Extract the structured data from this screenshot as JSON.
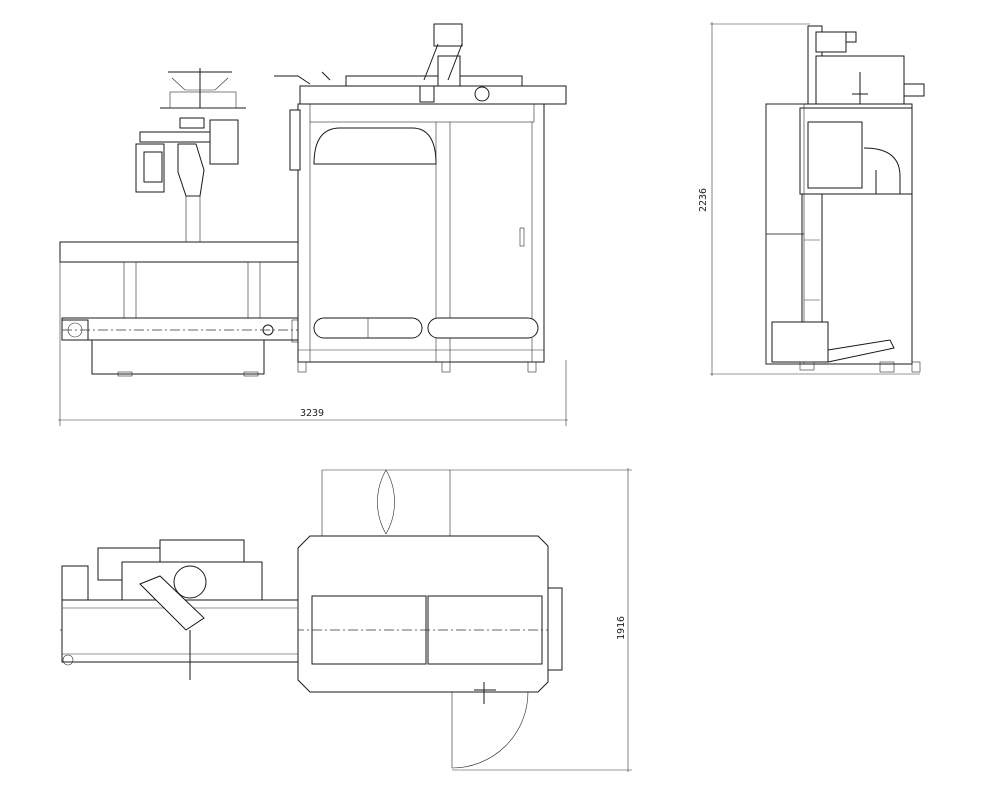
{
  "dimensions": {
    "overall_length": "3239",
    "overall_height": "2236",
    "overall_width": "1916"
  }
}
